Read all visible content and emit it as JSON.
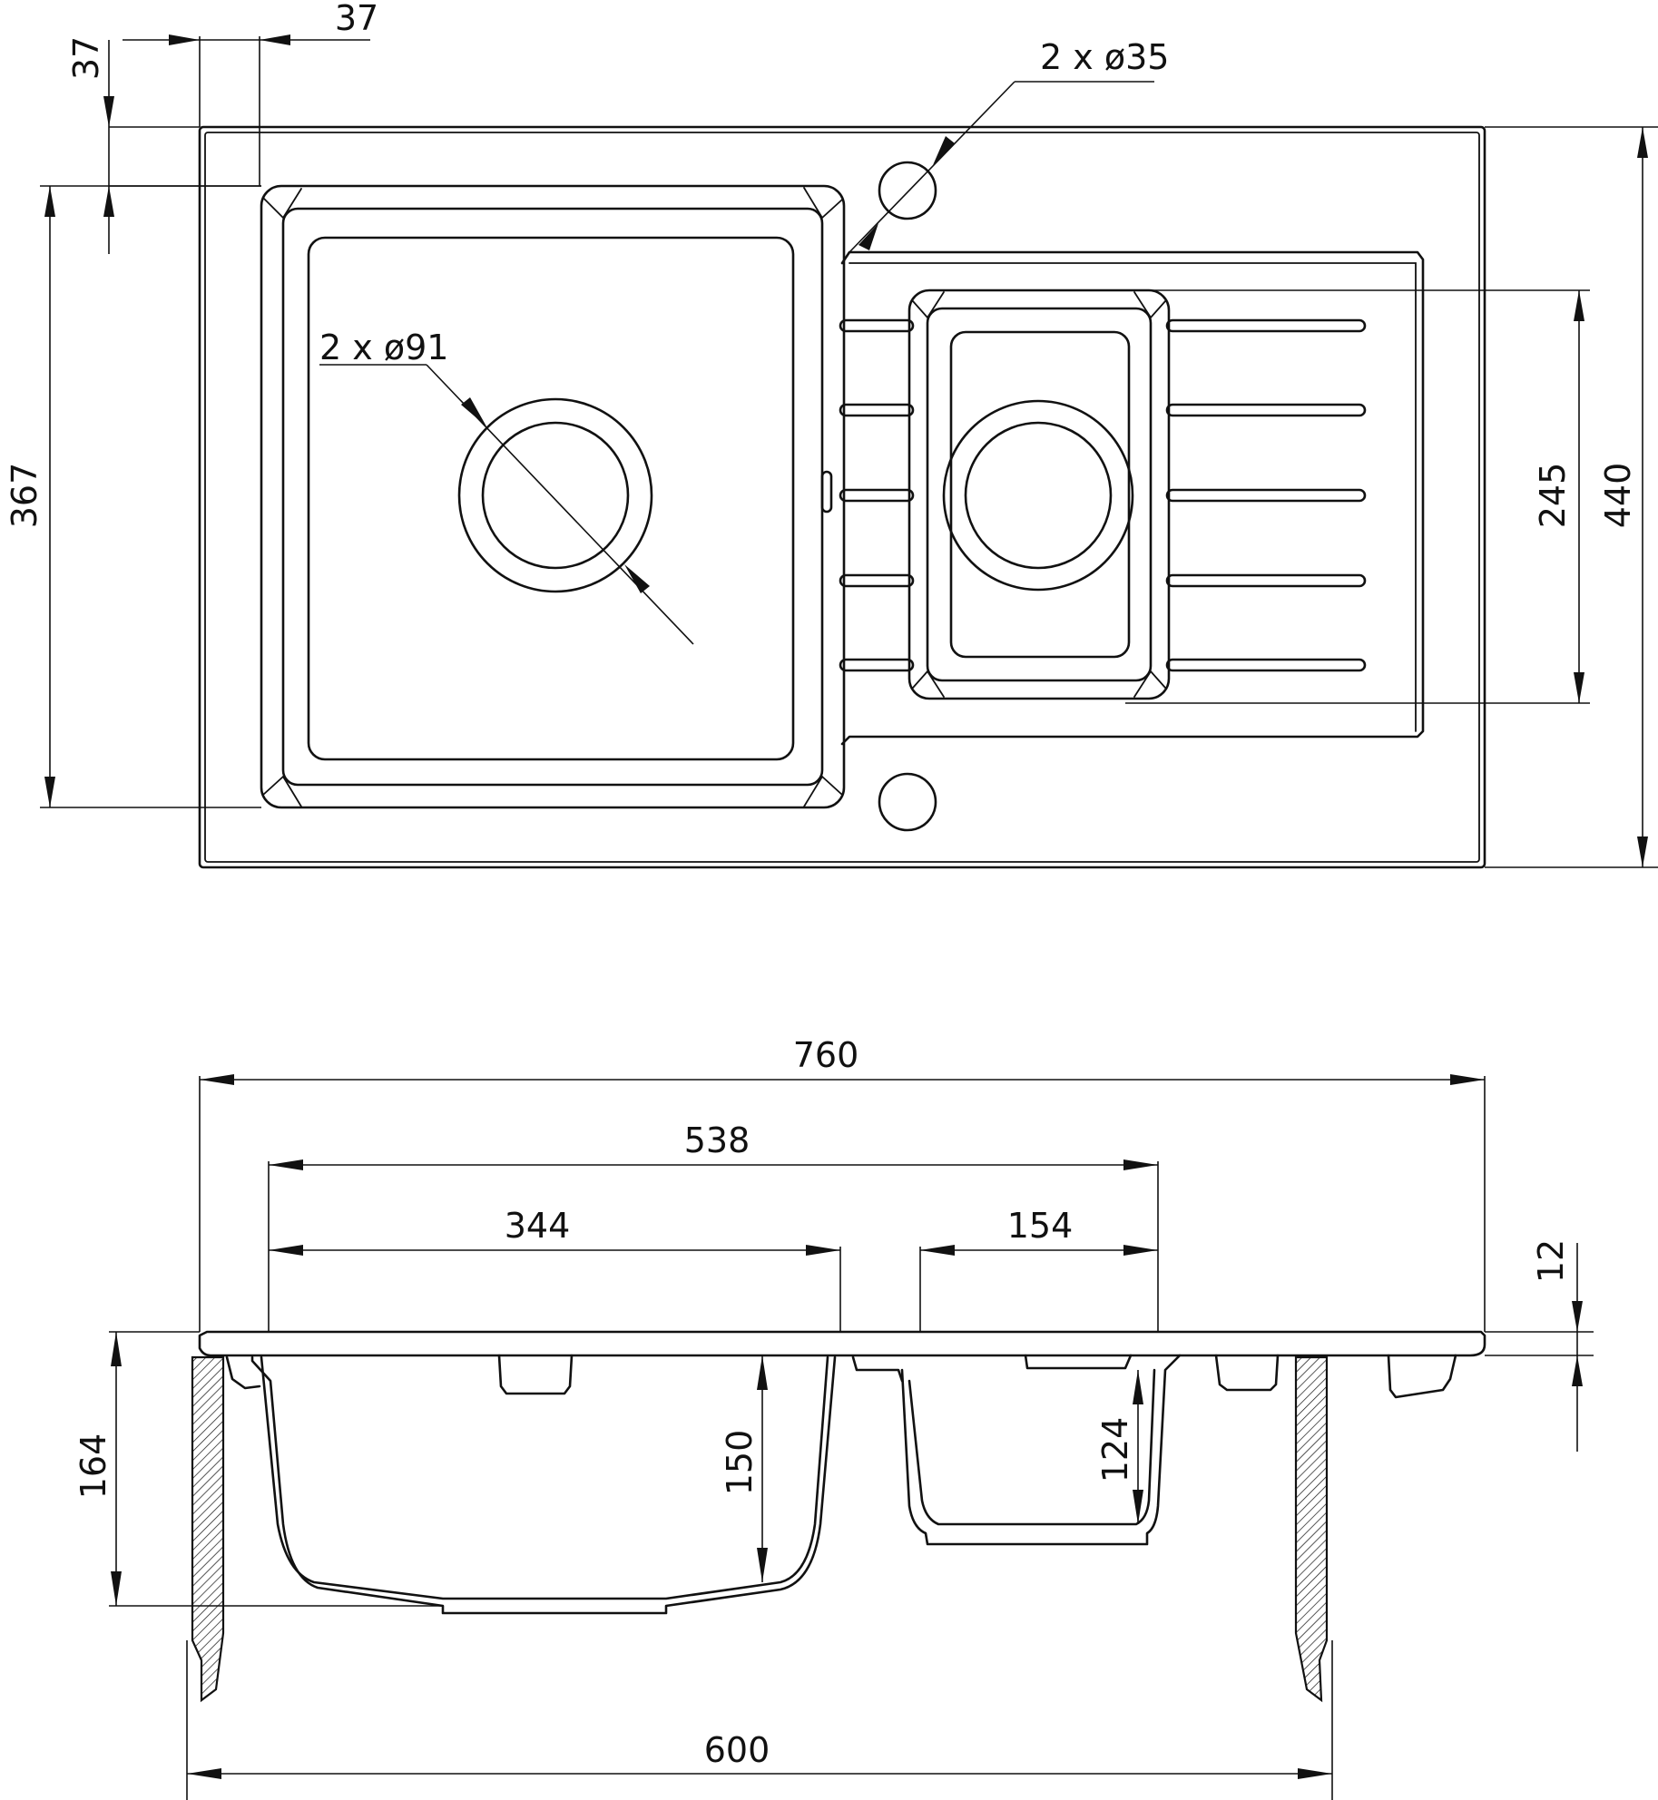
{
  "top_view": {
    "dim_offset_x": "37",
    "dim_offset_y": "37",
    "hole_small": "2 x ø35",
    "drain_large": "2 x ø91",
    "depth_main": "367",
    "depth_small_bowl": "245",
    "depth_total": "440"
  },
  "side_view": {
    "width_total": "760",
    "width_bowls": "538",
    "width_main_bowl": "344",
    "width_small_bowl": "154",
    "rim_thickness": "12",
    "height_total": "164",
    "depth_main_bowl": "150",
    "depth_small_bowl": "124",
    "cabinet_width": "600"
  }
}
